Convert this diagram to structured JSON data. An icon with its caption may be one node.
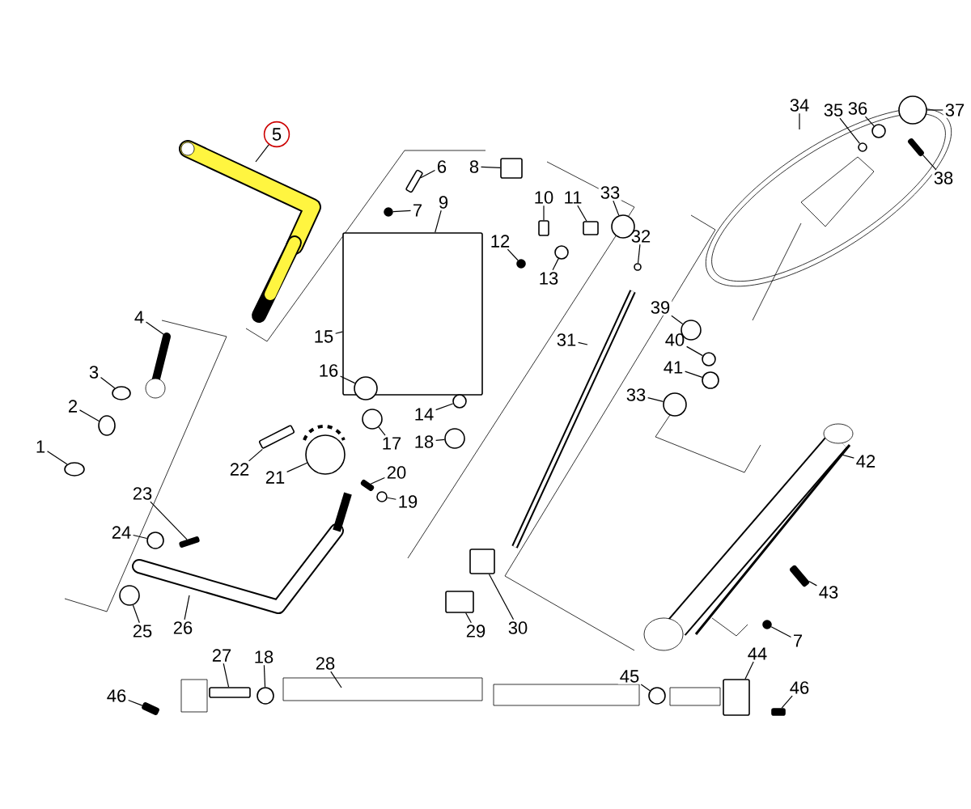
{
  "diagram": {
    "nodes": [
      {
        "text": [
          "5"
        ]
      },
      {
        "text": [
          "6"
        ]
      },
      {
        "text": [
          "8"
        ]
      },
      {
        "text": [
          "7"
        ]
      },
      {
        "text": [
          "9"
        ]
      },
      {
        "text": [
          "10"
        ]
      },
      {
        "text": [
          "11"
        ]
      },
      {
        "text": [
          "12"
        ]
      },
      {
        "text": [
          "13"
        ]
      },
      {
        "text": [
          "33"
        ]
      },
      {
        "text": [
          "32"
        ]
      },
      {
        "text": [
          "31"
        ]
      },
      {
        "text": [
          "34"
        ]
      },
      {
        "text": [
          "35"
        ]
      },
      {
        "text": [
          "36"
        ]
      },
      {
        "text": [
          "37"
        ]
      },
      {
        "text": [
          "38"
        ]
      },
      {
        "text": [
          "39"
        ]
      },
      {
        "text": [
          "40"
        ]
      },
      {
        "text": [
          "41"
        ]
      },
      {
        "text": [
          "33"
        ]
      },
      {
        "text": [
          "42"
        ]
      },
      {
        "text": [
          "4"
        ]
      },
      {
        "text": [
          "3"
        ]
      },
      {
        "text": [
          "2"
        ]
      },
      {
        "text": [
          "1"
        ]
      },
      {
        "text": [
          "15"
        ]
      },
      {
        "text": [
          "16"
        ]
      },
      {
        "text": [
          "14"
        ]
      },
      {
        "text": [
          "17"
        ]
      },
      {
        "text": [
          "18"
        ]
      },
      {
        "text": [
          "22"
        ]
      },
      {
        "text": [
          "21"
        ]
      },
      {
        "text": [
          "20"
        ]
      },
      {
        "text": [
          "19"
        ]
      },
      {
        "text": [
          "23"
        ]
      },
      {
        "text": [
          "24"
        ]
      },
      {
        "text": [
          "25"
        ]
      },
      {
        "text": [
          "26"
        ]
      },
      {
        "text": [
          "29"
        ]
      },
      {
        "text": [
          "30"
        ]
      },
      {
        "text": [
          "43"
        ]
      },
      {
        "text": [
          "7"
        ]
      },
      {
        "text": [
          "27"
        ]
      },
      {
        "text": [
          "18"
        ]
      },
      {
        "text": [
          "28"
        ]
      },
      {
        "text": [
          "45"
        ]
      },
      {
        "text": [
          "44"
        ]
      },
      {
        "text": [
          "46"
        ]
      },
      {
        "text": [
          "46"
        ]
      },
      {
        "text": [],
        "shape": "box"
      },
      {
        "text": [],
        "shape": "box"
      },
      {
        "text": [],
        "shape": "circle"
      },
      {
        "text": [],
        "shape": "box"
      },
      {
        "text": [],
        "shape": "box"
      },
      {
        "text": [],
        "shape": "box"
      },
      {
        "text": [],
        "shape": "circle"
      },
      {
        "text": [],
        "shape": "circle"
      },
      {
        "text": [],
        "shape": "circle"
      },
      {
        "text": [],
        "shape": "circle"
      },
      {
        "text": [],
        "shape": "circle"
      },
      {
        "text": [],
        "shape": "circle"
      },
      {
        "text": [],
        "shape": "circle"
      },
      {
        "text": [],
        "shape": "box"
      },
      {
        "text": [],
        "shape": "circle"
      },
      {
        "text": [],
        "shape": "circle"
      },
      {
        "text": [],
        "shape": "circle"
      },
      {
        "text": [],
        "shape": "circle"
      },
      {
        "text": [],
        "shape": "circle"
      },
      {
        "text": [],
        "shape": "circle"
      },
      {
        "text": [],
        "shape": "circle"
      },
      {
        "text": [],
        "shape": "circle"
      },
      {
        "text": [],
        "shape": "circle"
      },
      {
        "text": [],
        "shape": "circle"
      },
      {
        "text": [],
        "shape": "circle"
      },
      {
        "text": [],
        "shape": "box"
      },
      {
        "text": [],
        "shape": "circle"
      },
      {
        "text": [],
        "shape": "box"
      },
      {
        "text": [],
        "shape": "circle"
      },
      {
        "text": [],
        "shape": "box"
      },
      {
        "text": [],
        "shape": "circle"
      },
      {
        "text": [],
        "shape": "circle"
      },
      {
        "text": [],
        "shape": "box"
      },
      {
        "text": [],
        "shape": "box"
      },
      {
        "text": [],
        "shape": "box"
      },
      {
        "text": [],
        "shape": "circle"
      },
      {
        "text": [],
        "shape": "box"
      },
      {
        "text": [],
        "shape": "circle"
      },
      {
        "text": [],
        "shape": "circle"
      },
      {
        "text": [],
        "shape": "box"
      },
      {
        "text": [],
        "shape": "box"
      },
      {
        "text": [],
        "shape": "box"
      }
    ],
    "edges": [
      {
        "from": 0,
        "to": null,
        "arrow": "none"
      },
      {
        "from": 1,
        "to": 50,
        "arrow": "none"
      },
      {
        "from": 2,
        "to": 51,
        "arrow": "none"
      },
      {
        "from": 3,
        "to": 52,
        "arrow": "none"
      },
      {
        "from": 4,
        "to": 53,
        "arrow": "none"
      },
      {
        "from": 5,
        "to": 54,
        "arrow": "none"
      },
      {
        "from": 6,
        "to": 55,
        "arrow": "none"
      },
      {
        "from": 7,
        "to": 56,
        "arrow": "none"
      },
      {
        "from": 8,
        "to": 57,
        "arrow": "none"
      },
      {
        "from": 9,
        "to": 58,
        "arrow": "none"
      },
      {
        "from": 10,
        "to": 59,
        "arrow": "none"
      },
      {
        "from": 11,
        "to": null,
        "arrow": "none"
      },
      {
        "from": 12,
        "to": null,
        "arrow": "none"
      },
      {
        "from": 13,
        "to": 60,
        "arrow": "none"
      },
      {
        "from": 14,
        "to": 61,
        "arrow": "none"
      },
      {
        "from": 15,
        "to": 62,
        "arrow": "none"
      },
      {
        "from": 16,
        "to": 63,
        "arrow": "none"
      },
      {
        "from": 17,
        "to": 64,
        "arrow": "none"
      },
      {
        "from": 18,
        "to": 65,
        "arrow": "none"
      },
      {
        "from": 19,
        "to": 66,
        "arrow": "none"
      },
      {
        "from": 20,
        "to": 67,
        "arrow": "none"
      },
      {
        "from": 21,
        "to": null,
        "arrow": "none"
      },
      {
        "from": 22,
        "to": null,
        "arrow": "none"
      },
      {
        "from": 23,
        "to": 68,
        "arrow": "none"
      },
      {
        "from": 24,
        "to": 69,
        "arrow": "none"
      },
      {
        "from": 25,
        "to": 70,
        "arrow": "none"
      },
      {
        "from": 26,
        "to": 53,
        "arrow": "none"
      },
      {
        "from": 27,
        "to": 71,
        "arrow": "none"
      },
      {
        "from": 28,
        "to": 72,
        "arrow": "none"
      },
      {
        "from": 29,
        "to": 73,
        "arrow": "none"
      },
      {
        "from": 30,
        "to": 74,
        "arrow": "none"
      },
      {
        "from": 31,
        "to": 75,
        "arrow": "none"
      },
      {
        "from": 32,
        "to": 76,
        "arrow": "none"
      },
      {
        "from": 33,
        "to": 77,
        "arrow": "none"
      },
      {
        "from": 34,
        "to": 78,
        "arrow": "none"
      },
      {
        "from": 35,
        "to": 79,
        "arrow": "none"
      },
      {
        "from": 36,
        "to": 80,
        "arrow": "none"
      },
      {
        "from": 37,
        "to": 81,
        "arrow": "none"
      },
      {
        "from": 38,
        "to": null,
        "arrow": "none"
      },
      {
        "from": 39,
        "to": 82,
        "arrow": "none"
      },
      {
        "from": 40,
        "to": 83,
        "arrow": "none"
      },
      {
        "from": 41,
        "to": 84,
        "arrow": "none"
      },
      {
        "from": 42,
        "to": 85,
        "arrow": "none"
      },
      {
        "from": 43,
        "to": 86,
        "arrow": "none"
      },
      {
        "from": 44,
        "to": 87,
        "arrow": "none"
      },
      {
        "from": 45,
        "to": null,
        "arrow": "none"
      },
      {
        "from": 46,
        "to": 88,
        "arrow": "none"
      },
      {
        "from": 47,
        "to": 89,
        "arrow": "none"
      },
      {
        "from": 48,
        "to": 90,
        "arrow": "none"
      },
      {
        "from": 49,
        "to": 91,
        "arrow": "none"
      }
    ]
  }
}
